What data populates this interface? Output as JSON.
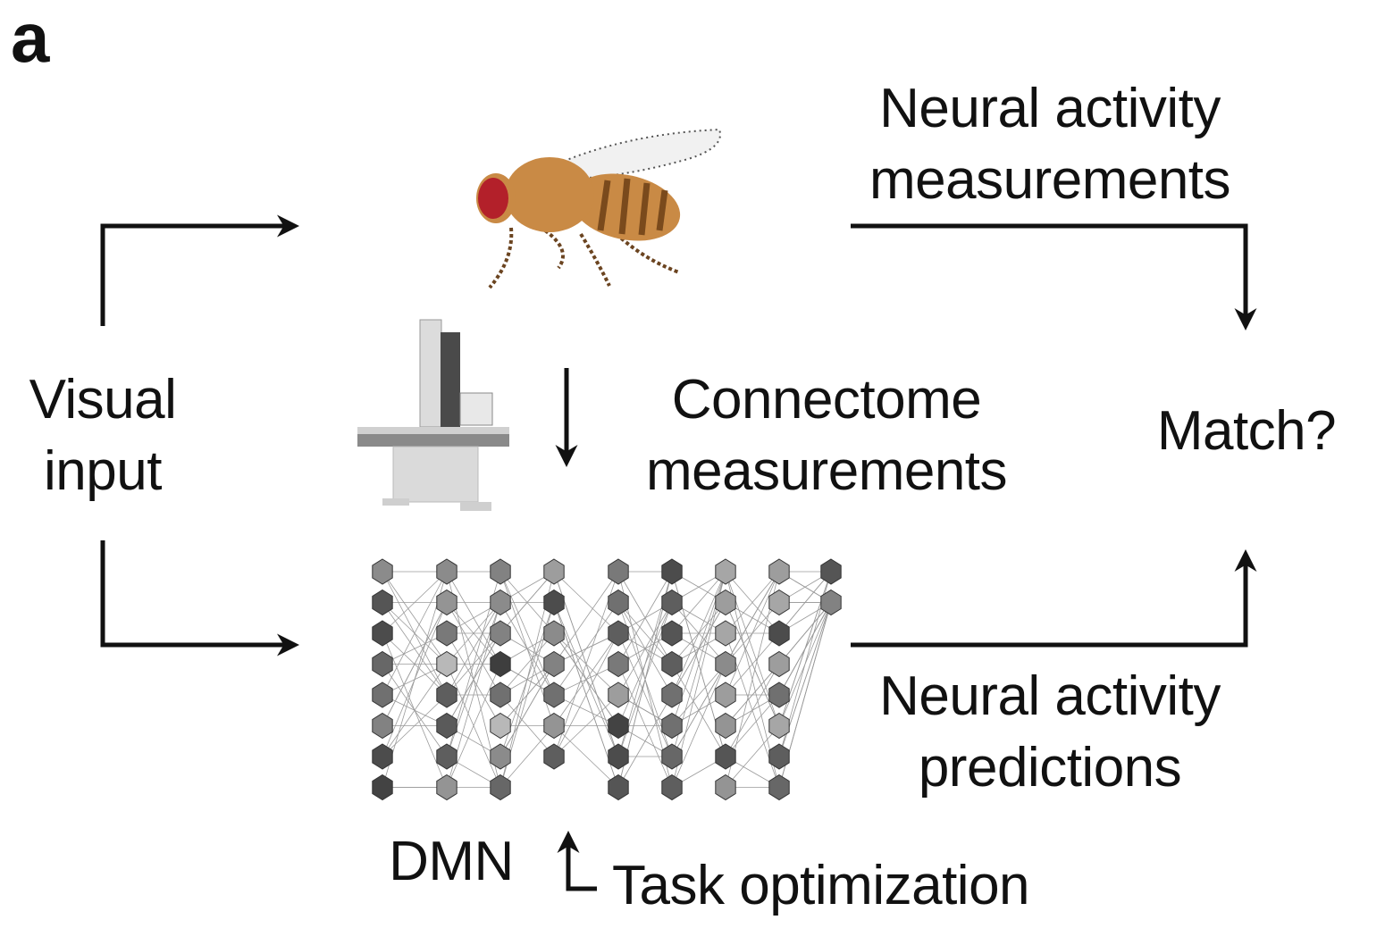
{
  "panel_label": "a",
  "labels": {
    "visual_input": [
      "Visual",
      "input"
    ],
    "neural_activity_measurements": [
      "Neural activity",
      "measurements"
    ],
    "connectome_measurements": [
      "Connectome",
      "measurements"
    ],
    "match": "Match?",
    "neural_activity_predictions": [
      "Neural activity",
      "predictions"
    ],
    "dmn": "DMN",
    "task_optimization": "Task optimization"
  },
  "icons": {
    "fly": "fruit-fly-illustration",
    "microscope": "electron-microscope-illustration",
    "network": "dmn-hexagonal-network"
  },
  "colors": {
    "ink": "#111111",
    "fly_body": "#c98a45",
    "fly_stripes": "#7a4a1c",
    "fly_eye": "#b3202a"
  },
  "network": {
    "column_counts": [
      8,
      8,
      8,
      7,
      8,
      8,
      8,
      8,
      2
    ],
    "shades": [
      [
        0.55,
        0.25,
        0.2,
        0.35,
        0.4,
        0.5,
        0.2,
        0.15
      ],
      [
        0.55,
        0.6,
        0.45,
        0.8,
        0.3,
        0.28,
        0.3,
        0.6
      ],
      [
        0.5,
        0.55,
        0.5,
        0.12,
        0.4,
        0.8,
        0.55,
        0.35
      ],
      [
        0.65,
        0.2,
        0.55,
        0.5,
        0.4,
        0.6,
        0.3
      ],
      [
        0.45,
        0.4,
        0.3,
        0.45,
        0.65,
        0.15,
        0.2,
        0.25
      ],
      [
        0.2,
        0.3,
        0.25,
        0.3,
        0.4,
        0.4,
        0.35,
        0.3
      ],
      [
        0.7,
        0.65,
        0.7,
        0.55,
        0.65,
        0.6,
        0.25,
        0.6
      ],
      [
        0.65,
        0.7,
        0.2,
        0.65,
        0.4,
        0.7,
        0.3,
        0.35
      ],
      [
        0.25,
        0.5
      ]
    ]
  }
}
